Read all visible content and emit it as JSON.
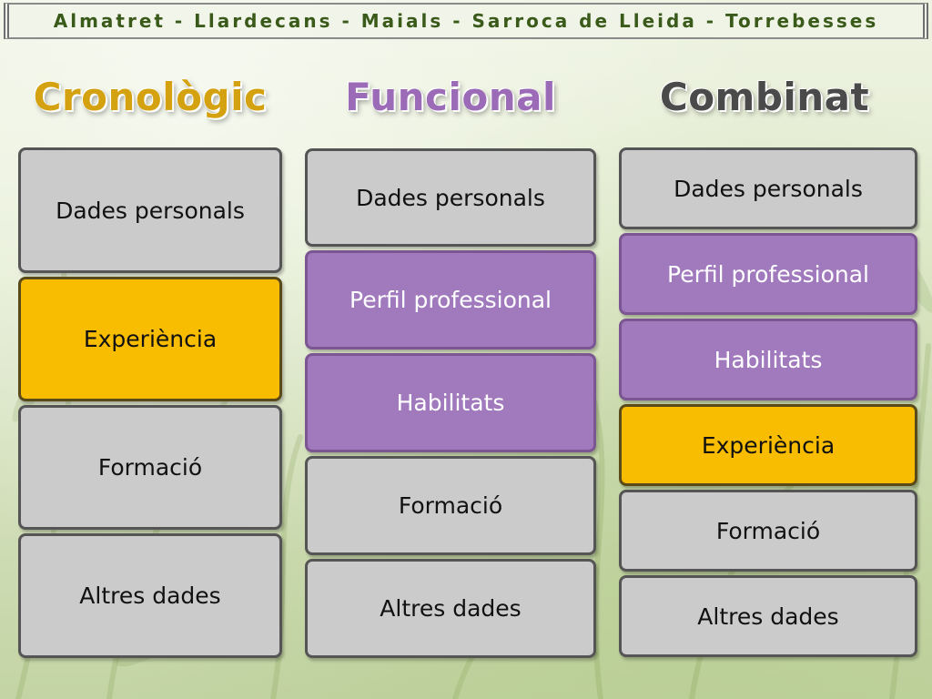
{
  "header": {
    "title": "Almatret - Llardecans - Maials - Sarroca de Lleida - Torrebesses"
  },
  "columns": [
    {
      "title": "Cronològic",
      "title_color": "#d4a210",
      "items": [
        "Dades personals",
        "Experiència",
        "Formació",
        "Altres dades"
      ]
    },
    {
      "title": "Funcional",
      "title_color": "#9b6bb8",
      "items": [
        "Dades personals",
        "Perfil professional",
        "Habilitats",
        "Formació",
        "Altres dades"
      ]
    },
    {
      "title": "Combinat",
      "title_color": "#4a4a4a",
      "items": [
        "Dades personals",
        "Perfil professional",
        "Habilitats",
        "Experiència",
        "Formació",
        "Altres dades"
      ]
    }
  ],
  "colors": {
    "gray": "#cbcbcb",
    "purple": "#a179bd",
    "yellow": "#f8bc00"
  }
}
